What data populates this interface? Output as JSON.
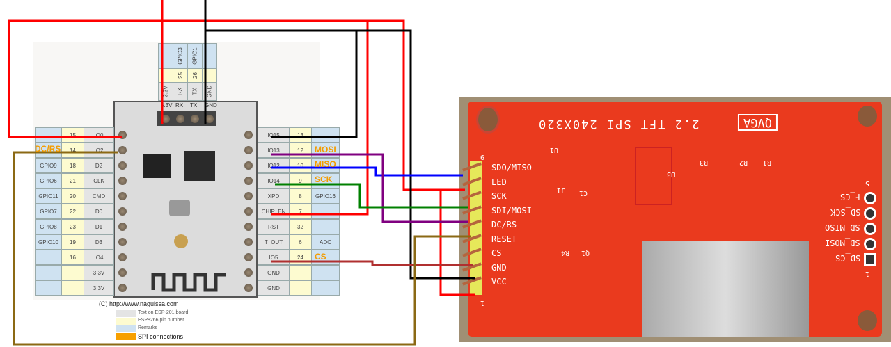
{
  "esp_board": {
    "left_table": [
      {
        "remark": "",
        "pin": "15",
        "text": "IO0"
      },
      {
        "remark": "",
        "pin": "14",
        "text": "IO2"
      },
      {
        "remark": "GPIO9",
        "pin": "18",
        "text": "D2"
      },
      {
        "remark": "GPIO6",
        "pin": "21",
        "text": "CLK"
      },
      {
        "remark": "GPIO11",
        "pin": "20",
        "text": "CMD"
      },
      {
        "remark": "GPIO7",
        "pin": "22",
        "text": "D0"
      },
      {
        "remark": "GPIO8",
        "pin": "23",
        "text": "D1"
      },
      {
        "remark": "GPIO10",
        "pin": "19",
        "text": "D3"
      },
      {
        "remark": "",
        "pin": "16",
        "text": "IO4"
      },
      {
        "remark": "",
        "pin": "",
        "text": "3.3V"
      },
      {
        "remark": "",
        "pin": "",
        "text": "3.3V"
      }
    ],
    "right_table": [
      {
        "text": "IO15",
        "pin": "13",
        "remark": ""
      },
      {
        "text": "IO13",
        "pin": "12",
        "remark": ""
      },
      {
        "text": "IO12",
        "pin": "10",
        "remark": ""
      },
      {
        "text": "IO14",
        "pin": "9",
        "remark": ""
      },
      {
        "text": "XPD",
        "pin": "8",
        "remark": "GPIO16"
      },
      {
        "text": "CHIP_EN",
        "pin": "7",
        "remark": ""
      },
      {
        "text": "RST",
        "pin": "32",
        "remark": ""
      },
      {
        "text": "T_OUT",
        "pin": "6",
        "remark": "ADC"
      },
      {
        "text": "IO5",
        "pin": "24",
        "remark": ""
      },
      {
        "text": "GND",
        "pin": "",
        "remark": ""
      },
      {
        "text": "GND",
        "pin": "",
        "remark": ""
      }
    ],
    "top_table": [
      {
        "remark": "",
        "pin": "",
        "text": "3.3V"
      },
      {
        "remark": "GPIO3",
        "pin": "25",
        "text": "RX"
      },
      {
        "remark": "GPIO1",
        "pin": "26",
        "text": "TX"
      },
      {
        "remark": "",
        "pin": "",
        "text": "GND"
      }
    ],
    "spi_labels": {
      "dc_rs": "DC/RS",
      "mosi": "MOSI",
      "miso": "MISO",
      "sck": "SCK",
      "cs": "CS"
    },
    "copyright": "(C) http://www.naguissa.com",
    "legend": [
      {
        "label": "Text on ESP-201 board",
        "color": "#e4e4e4"
      },
      {
        "label": "ESP8266 pin number",
        "color": "#fdfbd0"
      },
      {
        "label": "Remarks",
        "color": "#cfe2f1"
      },
      {
        "label": "SPI connections",
        "color": "#f7a000"
      }
    ]
  },
  "tft_board": {
    "title": "2.2 TFT SPI 240X320",
    "brand": "QVGA",
    "header_pins": [
      "SDO/MISO",
      "LED",
      "SCK",
      "SDI/MOSI",
      "DC/RS",
      "RESET",
      "CS",
      "GND",
      "VCC"
    ],
    "header_numbers": {
      "first": "9",
      "last": "1"
    },
    "sd_pins": [
      "F_CS",
      "SD_SCK",
      "SD_MISO",
      "SD_MOSI",
      "SD_CS"
    ],
    "sd_numbers": {
      "first": "5",
      "last": "1"
    },
    "components": [
      "U1",
      "J1",
      "C1",
      "R4",
      "Q1",
      "U3",
      "R3",
      "R2",
      "R1"
    ]
  },
  "wire_colors": {
    "power": "#ff0000",
    "ground": "#000000",
    "miso": "#0000ff",
    "mosi": "#800080",
    "sck": "#008000",
    "cs": "#b03030",
    "dc_rs": "#8b6914"
  }
}
